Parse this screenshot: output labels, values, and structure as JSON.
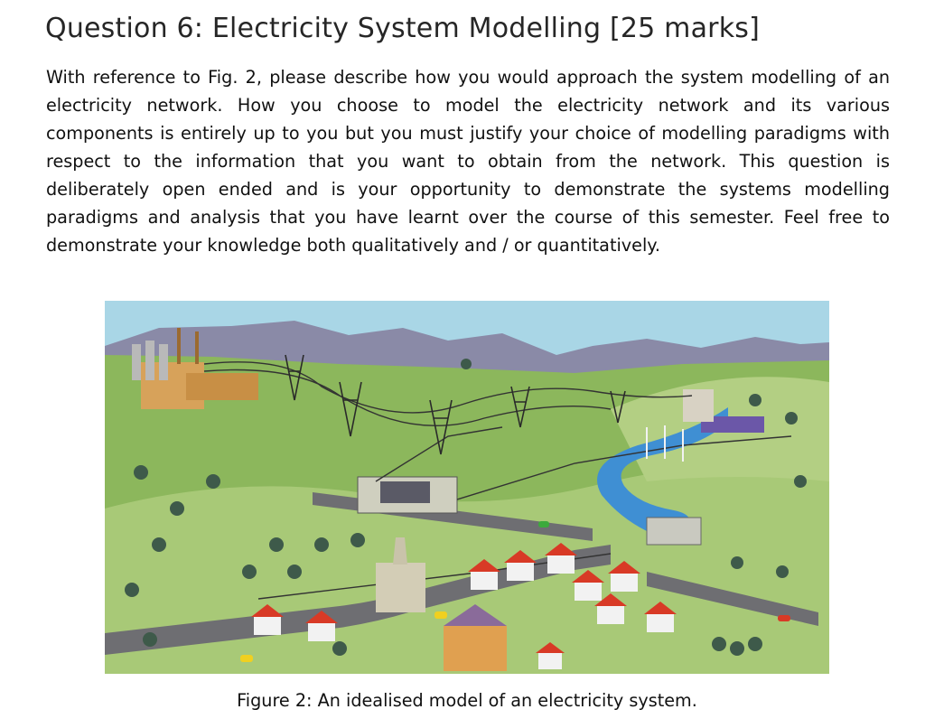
{
  "document": {
    "heading": "Question 6: Electricity System Modelling [25 marks]",
    "body": "With reference to Fig. 2, please describe how you would approach the system modelling of an electricity network. How you choose to model the electricity network and its various components is entirely up to you but you must justify your choice of modelling paradigms with respect to the information that you want to obtain from the network. This question is deliberately open ended and is your opportunity to demonstrate the systems modelling paradigms and analysis that you have learnt over the course of this semester. Feel free to demonstrate your knowledge both qualitatively and / or quantitatively.",
    "caption": "Figure 2: An idealised model of an electricity system."
  },
  "colors": {
    "sky": "#a9d6e6",
    "mountain": "#8a8aa7",
    "grass": "#8cb75c",
    "road": "#6e6e72",
    "river": "#3f8fd3",
    "roof": "#d83a26"
  }
}
